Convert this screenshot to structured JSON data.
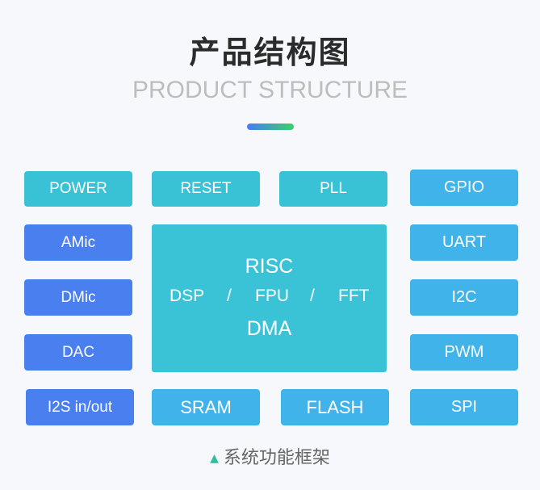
{
  "header": {
    "title": "产品结构图",
    "subtitle": "PRODUCT STRUCTURE"
  },
  "colors": {
    "teal": "#39c2d6",
    "blue": "#4a7ff0",
    "sky": "#3fb3ea",
    "accent_start": "#4a7cf0",
    "accent_end": "#3bd06a"
  },
  "blocks": {
    "power": "POWER",
    "reset": "RESET",
    "pll": "PLL",
    "gpio": "GPIO",
    "amic": "AMic",
    "uart": "UART",
    "dmic": "DMic",
    "i2c": "I2C",
    "dac": "DAC",
    "pwm": "PWM",
    "i2s": "I2S in/out",
    "sram": "SRAM",
    "flash": "FLASH",
    "spi": "SPI"
  },
  "core": {
    "line1": "RISC",
    "dsp": "DSP",
    "sep1": "/",
    "fpu": "FPU",
    "sep2": "/",
    "fft": "FFT",
    "line3": "DMA"
  },
  "caption": {
    "icon": "triangle-up-icon",
    "text": "系统功能框架"
  }
}
